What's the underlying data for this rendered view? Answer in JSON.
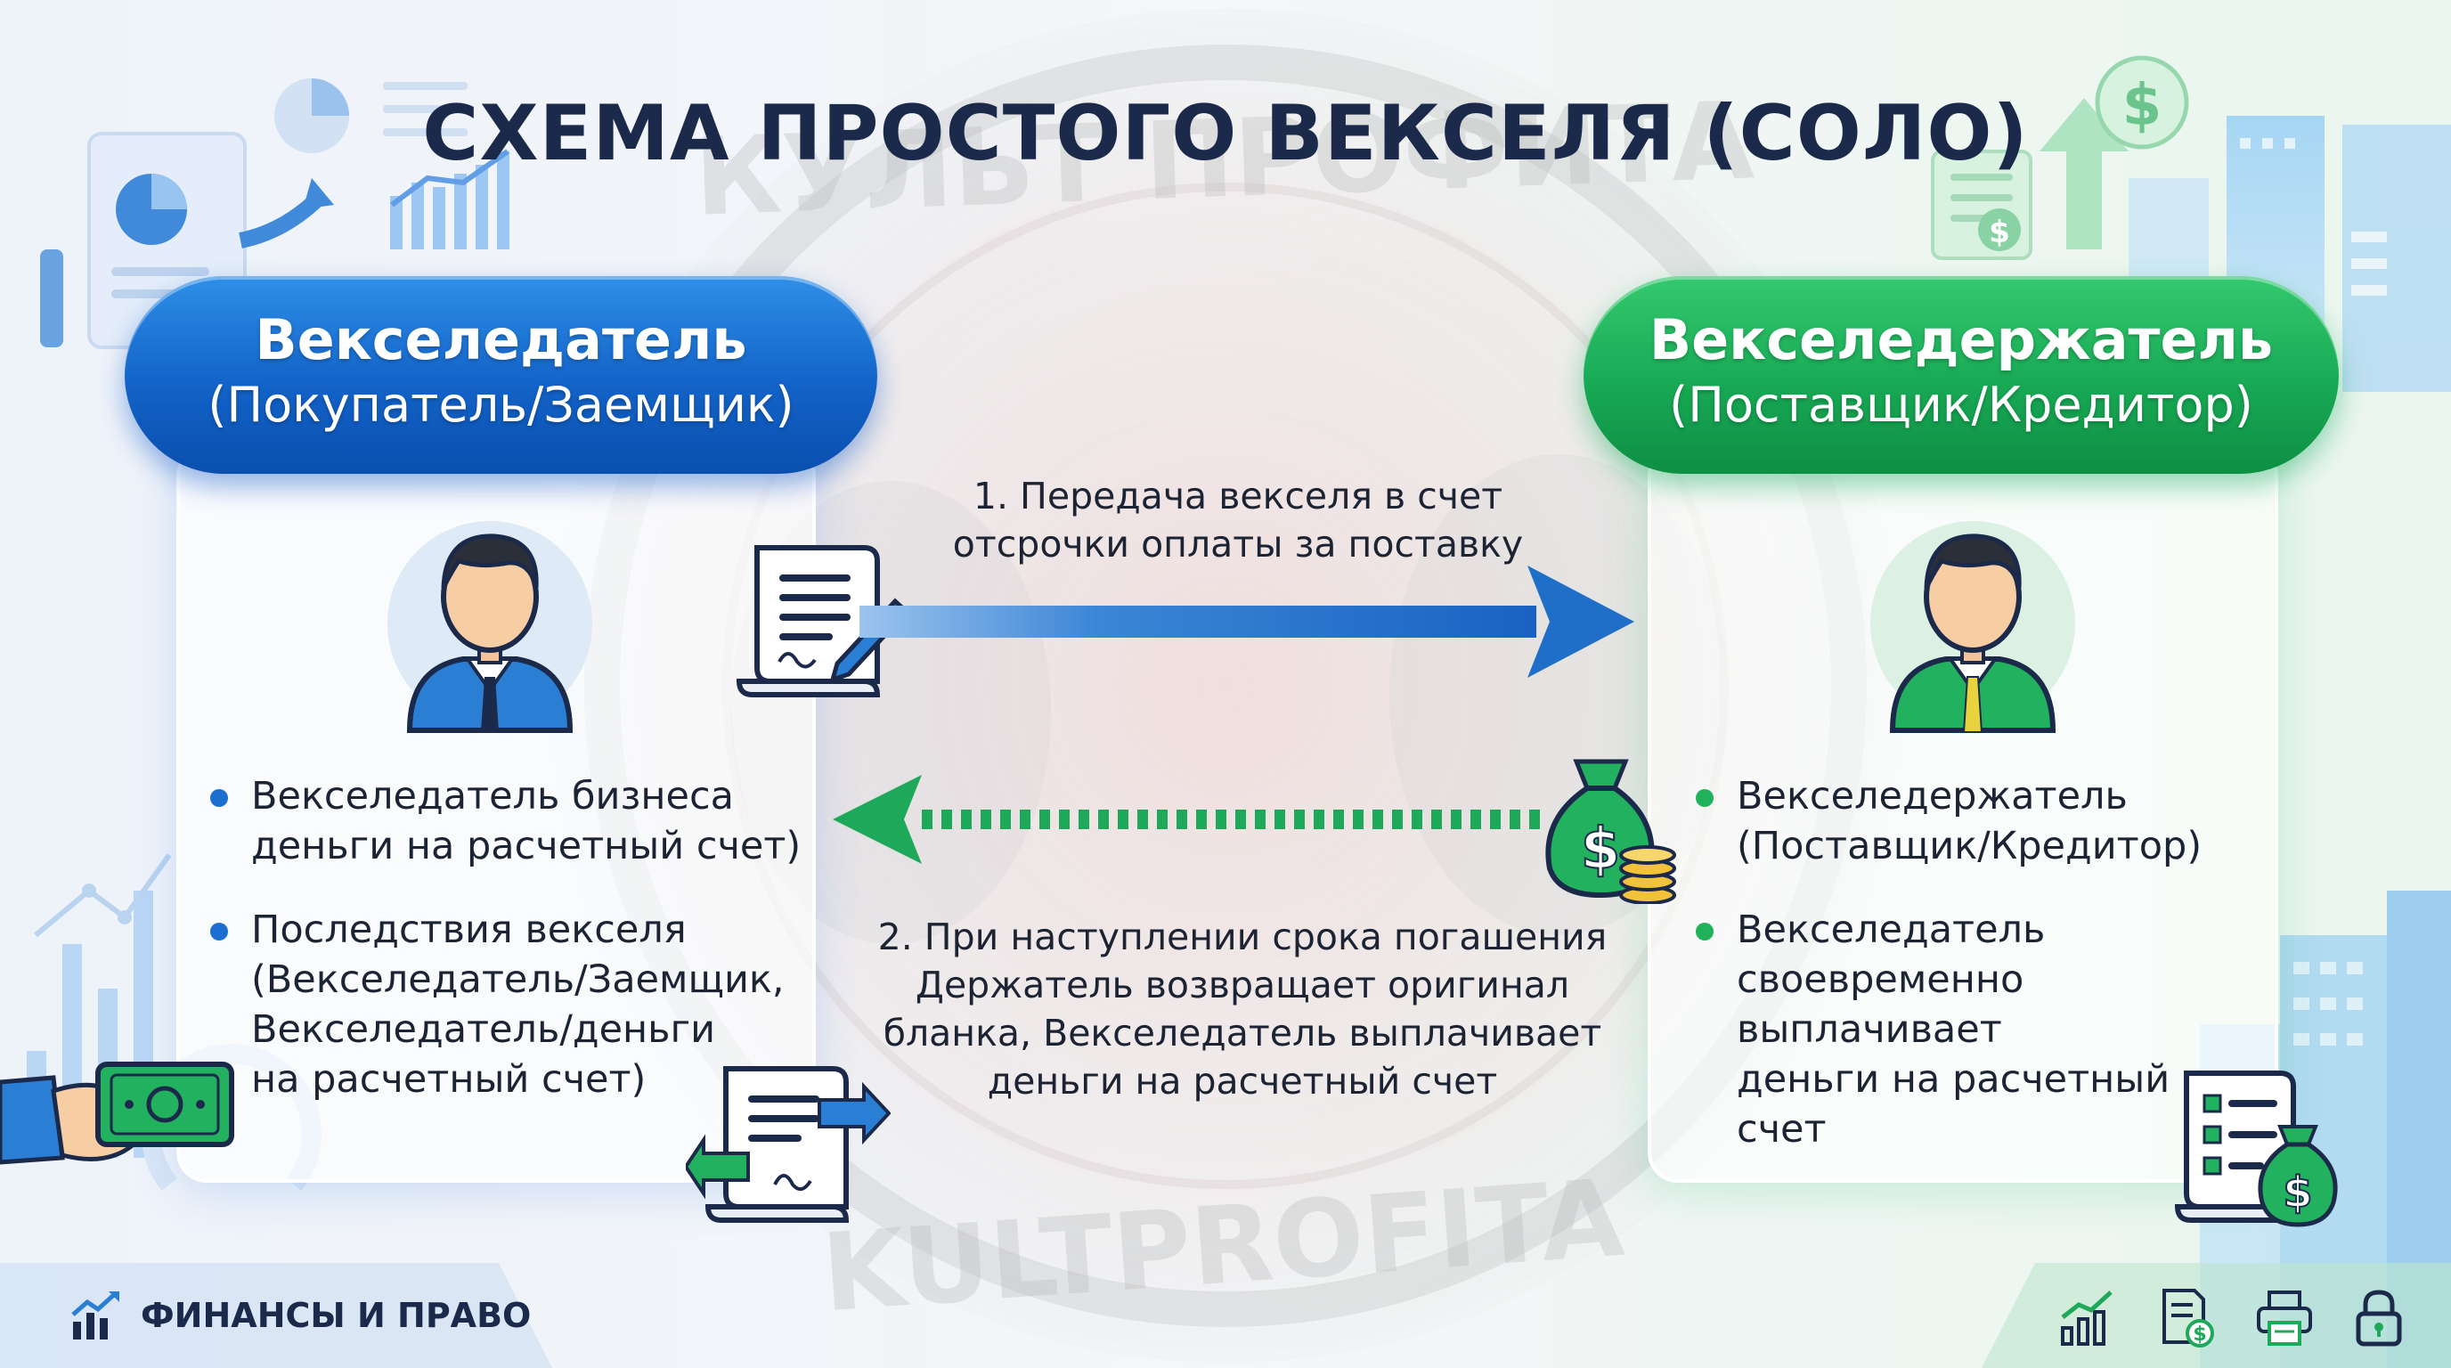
{
  "title": "СХЕМА ПРОСТОГО ВЕКСЕЛЯ (СОЛО)",
  "watermark": {
    "top_text": "КУЛЬТ ПРОФИТА",
    "bottom_text": "KULTPROFITA"
  },
  "left_party": {
    "title": "Векселедатель",
    "subtitle": "(Покупатель/Заемщик)",
    "bullets": [
      [
        "Векселедатель бизнеса",
        "деньги на расчетный счет)"
      ],
      [
        "Последствия векселя",
        "(Векселедатель/Заемщик,",
        "Векселедатель/деньги",
        "на расчетный счет)"
      ]
    ]
  },
  "right_party": {
    "title": "Векселедержатель",
    "subtitle": "(Поставщик/Кредитор)",
    "bullets": [
      [
        "Векселедержатель",
        "(Поставщик/Кредитор)"
      ],
      [
        "Векселедатель",
        "своевременно выплачивает",
        "деньги на расчетный счет"
      ]
    ]
  },
  "flows": {
    "step1": [
      "1. Передача векселя в счет",
      "отсрочки оплаты за поставку"
    ],
    "step2": [
      "2. При наступлении срока погашения",
      "Держатель возвращает оригинал",
      "бланка, Векселедатель выплачивает",
      "деньги на расчетный счет"
    ]
  },
  "money_bag_symbol": "$",
  "footer": {
    "label": "ФИНАНСЫ И ПРАВО",
    "icons": [
      "growth-chart-icon",
      "document-dollar-icon",
      "printer-icon",
      "lock-icon"
    ]
  },
  "colors": {
    "title": "#1b2a4a",
    "left_accent": "#1363c8",
    "right_accent": "#18a955",
    "arrow_blue": "#1f6fc9",
    "arrow_green": "#1ea85a"
  }
}
